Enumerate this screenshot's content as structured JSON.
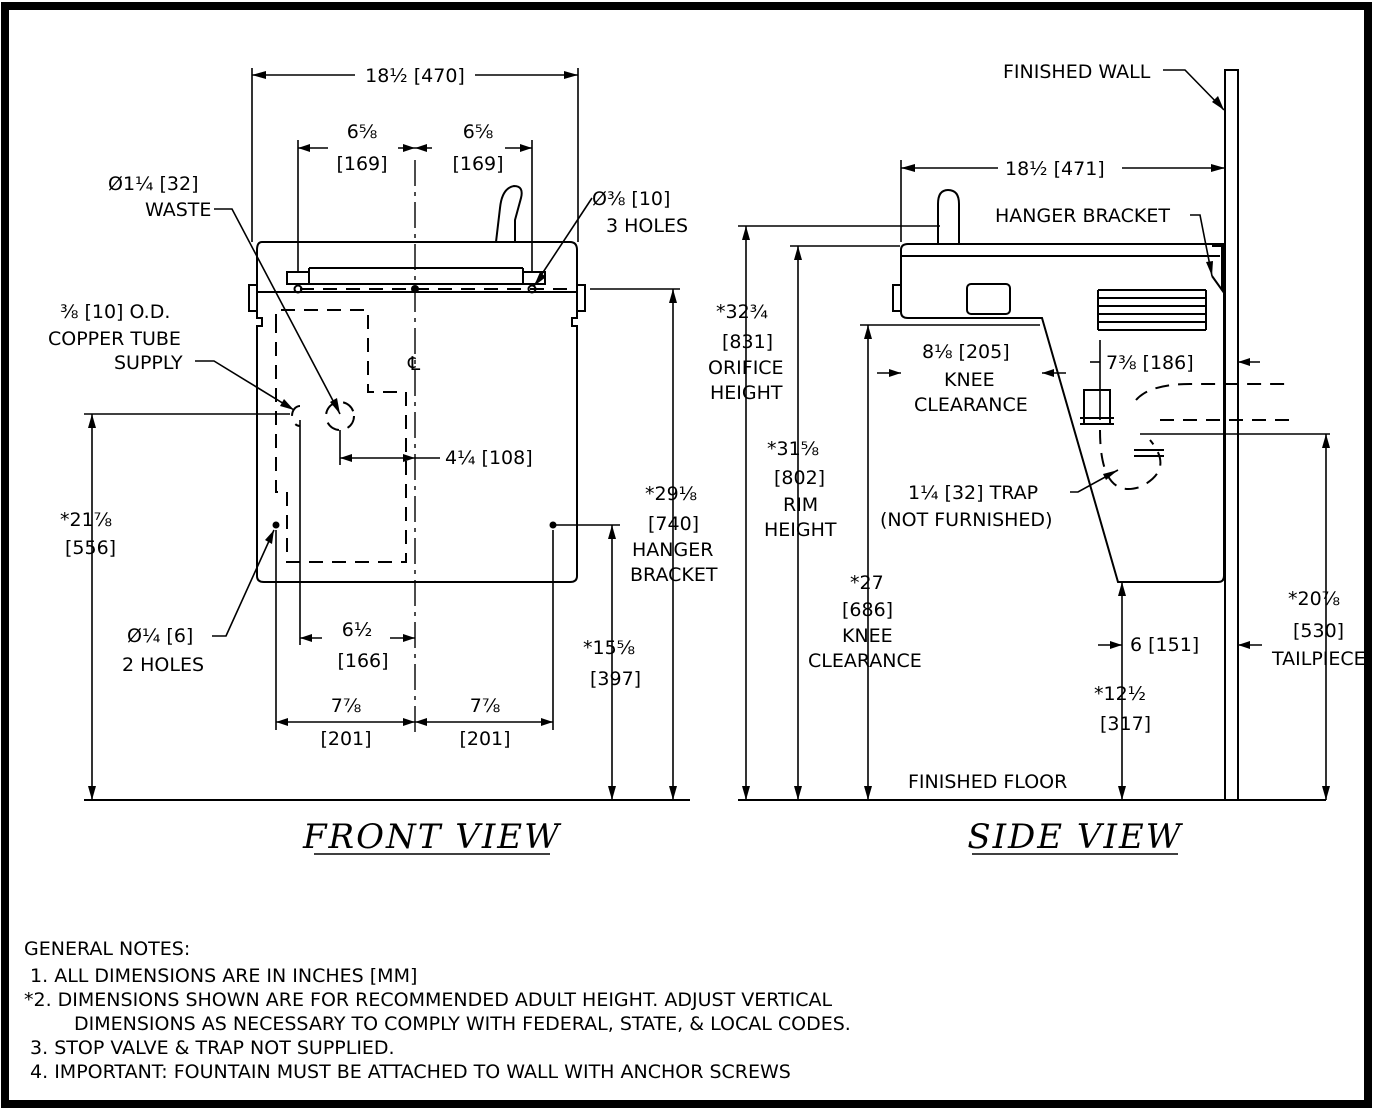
{
  "front_view": {
    "title": "FRONT VIEW",
    "overall_width": "18½ [470]",
    "left_hole_top": "6⅝",
    "left_hole_bottom": "[169]",
    "right_hole_top": "6⅝",
    "right_hole_bottom": "[169]",
    "holes_top": "Ø⅜ [10]",
    "holes_bottom": "3 HOLES",
    "waste_top": "Ø1¼ [32]",
    "waste_bottom": "WASTE",
    "supply_line1": "⅜ [10] O.D.",
    "supply_line2": "COPPER TUBE",
    "supply_line3": "SUPPLY",
    "centerline": "℄",
    "waste_offset": "4¼ [108]",
    "supply_height_top": "*21⅞",
    "supply_height_bottom": "[556]",
    "hanger_height_top": "*29⅛",
    "hanger_height_mm": "[740]",
    "hanger_label1": "HANGER",
    "hanger_label2": "BRACKET",
    "small_holes_top": "Ø¼ [6]",
    "small_holes_bottom": "2 HOLES",
    "supply_offset_top": "6½",
    "supply_offset_bottom": "[166]",
    "bottom_hole_height_top": "*15⅝",
    "bottom_hole_height_bottom": "[397]",
    "left_hole_offset_top": "7⅞",
    "left_hole_offset_bottom": "[201]",
    "right_hole_offset_top": "7⅞",
    "right_hole_offset_bottom": "[201]"
  },
  "side_view": {
    "title": "SIDE VIEW",
    "finished_wall": "FINISHED WALL",
    "overall_depth": "18½ [471]",
    "hanger_bracket": "HANGER BRACKET",
    "orifice_top": "*32¾",
    "orifice_mm": "[831]",
    "orifice_label1": "ORIFICE",
    "orifice_label2": "HEIGHT",
    "rim_top": "*31⅝",
    "rim_mm": "[802]",
    "rim_label1": "RIM",
    "rim_label2": "HEIGHT",
    "knee_depth_top": "8⅛ [205]",
    "knee_depth_mid": "KNEE",
    "knee_depth_bottom": "CLEARANCE",
    "trap_offset": "7⅜ [186]",
    "trap_label1": "1¼ [32] TRAP",
    "trap_label2": "(NOT FURNISHED)",
    "knee_height_top": "*27",
    "knee_height_mm": "[686]",
    "knee_height_label1": "KNEE",
    "knee_height_label2": "CLEARANCE",
    "tailpiece_top": "*20⅞",
    "tailpiece_mm": "[530]",
    "tailpiece_label": "TAILPIECE",
    "wall_gap": "6 [151]",
    "bottom_height_top": "*12½",
    "bottom_height_bottom": "[317]",
    "finished_floor": "FINISHED FLOOR"
  },
  "notes": {
    "heading": "GENERAL NOTES:",
    "n1": " 1. ALL DIMENSIONS ARE IN INCHES [MM]",
    "n2a": "*2. DIMENSIONS SHOWN ARE FOR RECOMMENDED ADULT HEIGHT. ADJUST VERTICAL",
    "n2b": "DIMENSIONS AS NECESSARY TO COMPLY WITH FEDERAL, STATE, & LOCAL CODES.",
    "n3": " 3. STOP VALVE & TRAP NOT SUPPLIED.",
    "n4": " 4. IMPORTANT: FOUNTAIN MUST BE ATTACHED TO WALL WITH ANCHOR SCREWS"
  }
}
